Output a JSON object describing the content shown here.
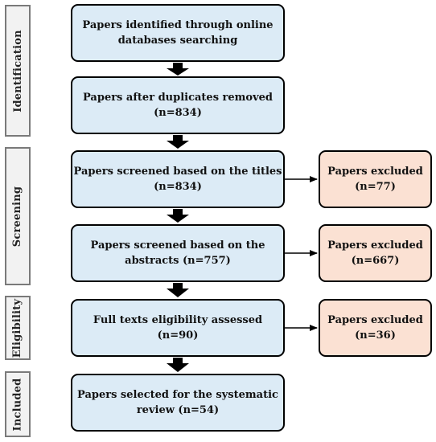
{
  "stages": {
    "identification": "Identification",
    "screening": "Screening",
    "eligibility": "Eligibility",
    "included": "Included"
  },
  "boxes": {
    "identified": {
      "line1": "Papers identified through online",
      "line2": "databases searching"
    },
    "deduplicated": {
      "line1": "Papers after duplicates removed",
      "line2": "(n=834)"
    },
    "screened_titles": {
      "line1": "Papers screened based on the titles",
      "line2": "(n=834)"
    },
    "screened_abstracts": {
      "line1": "Papers screened based on the",
      "line2": "abstracts (n=757)"
    },
    "eligibility": {
      "line1": "Full texts eligibility assessed (n=90)"
    },
    "selected": {
      "line1": "Papers selected for the systematic",
      "line2": "review (n=54)"
    }
  },
  "excluded": {
    "titles": {
      "line1": "Papers excluded",
      "line2": "(n=77)"
    },
    "abstracts": {
      "line1": "Papers excluded",
      "line2": "(n=667)"
    },
    "fulltext": {
      "line1": "Papers excluded",
      "line2": "(n=36)"
    }
  },
  "colors": {
    "main_fill": "#dcebf6",
    "excluded_fill": "#fbe1d3",
    "stage_fill": "#f2f2f2"
  }
}
